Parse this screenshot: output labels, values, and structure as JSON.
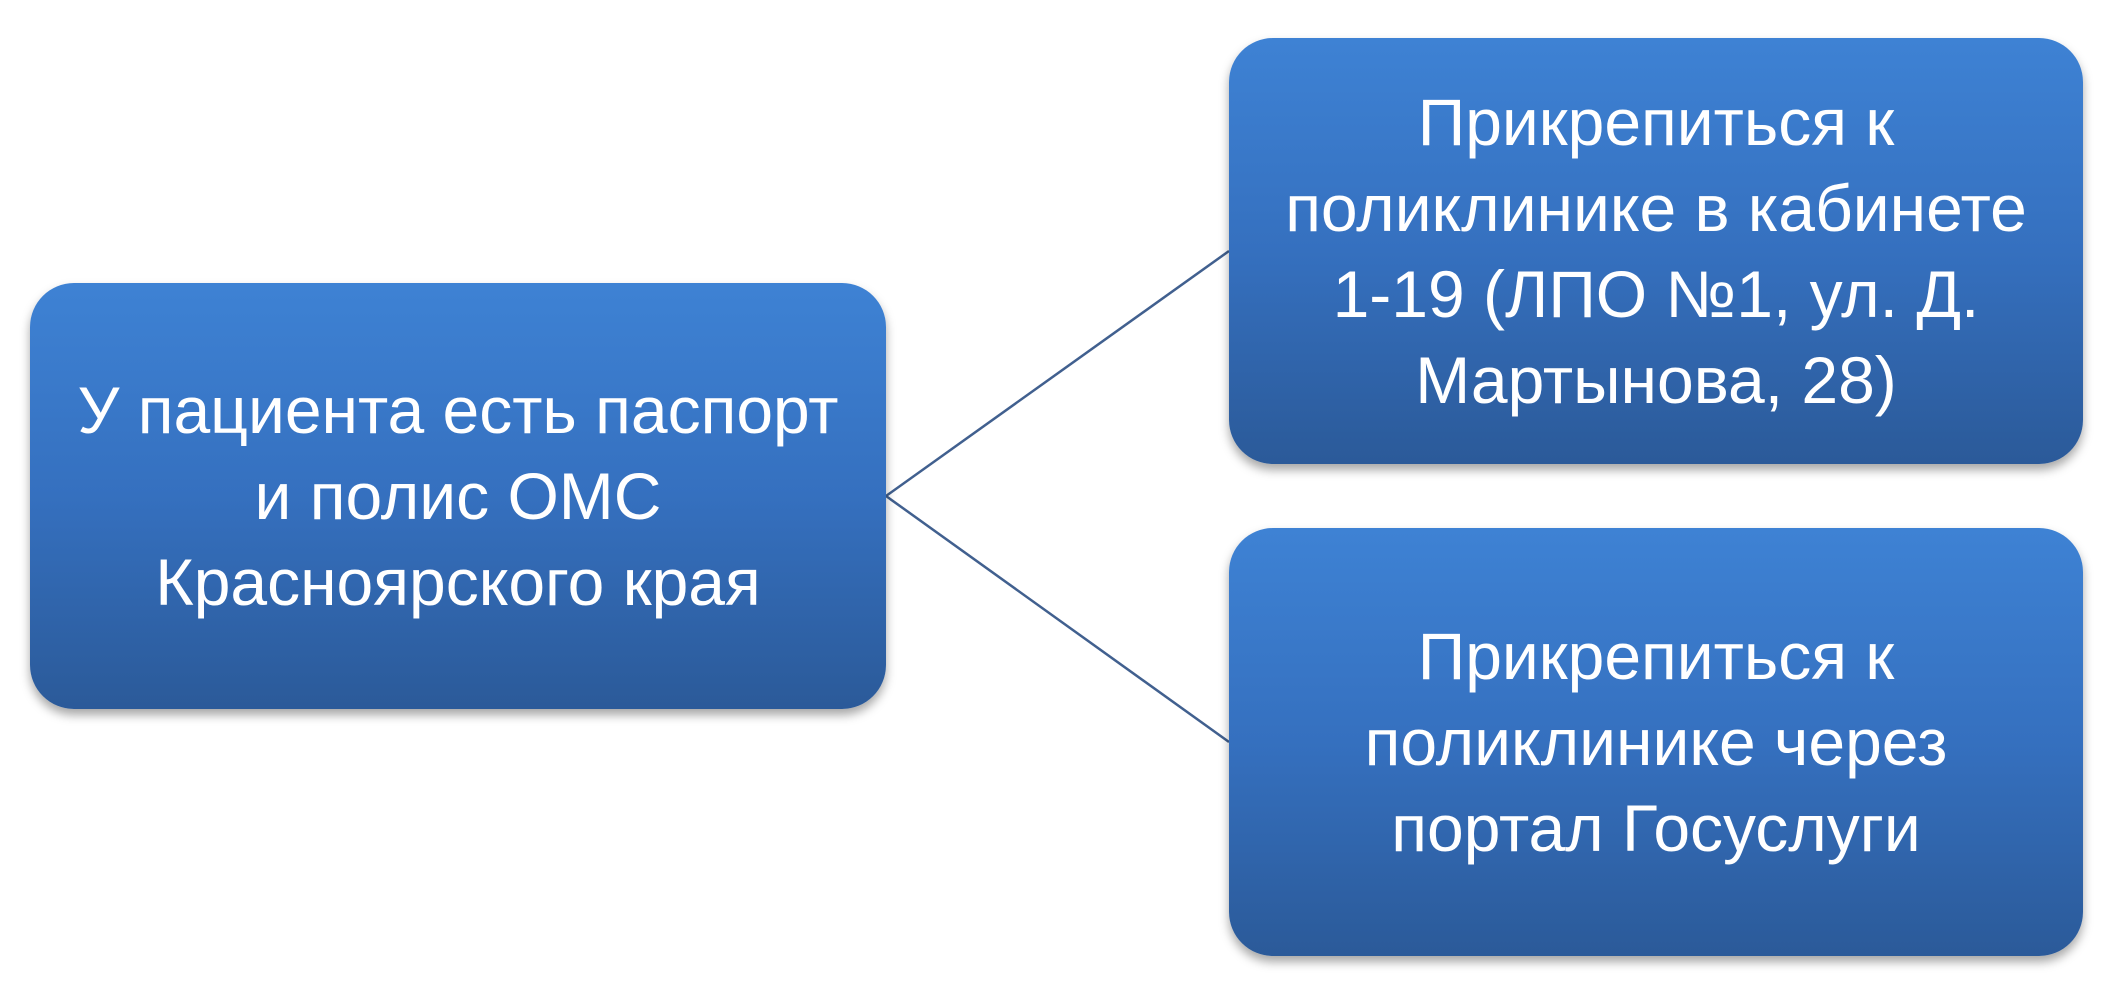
{
  "diagram": {
    "nodes": {
      "source": {
        "text": "У пациента есть паспорт\nи полис  ОМС\nКрасноярского края"
      },
      "option_clinic_office": {
        "text": "Прикрепиться к\nполиклинике в кабинете\n1-19 (ЛПО №1, ул. Д.\nМартынова, 28)"
      },
      "option_gosuslugi": {
        "text": "Прикрепиться к\nполиклинике через\nпортал Госуслуги"
      }
    },
    "edges": [
      {
        "from": "source",
        "to": "option_clinic_office"
      },
      {
        "from": "source",
        "to": "option_gosuslugi"
      }
    ],
    "colors": {
      "node_fill_top": "#3e82d4",
      "node_fill_bottom": "#2b5a99",
      "connector": "#41608f",
      "text": "#ffffff"
    }
  }
}
